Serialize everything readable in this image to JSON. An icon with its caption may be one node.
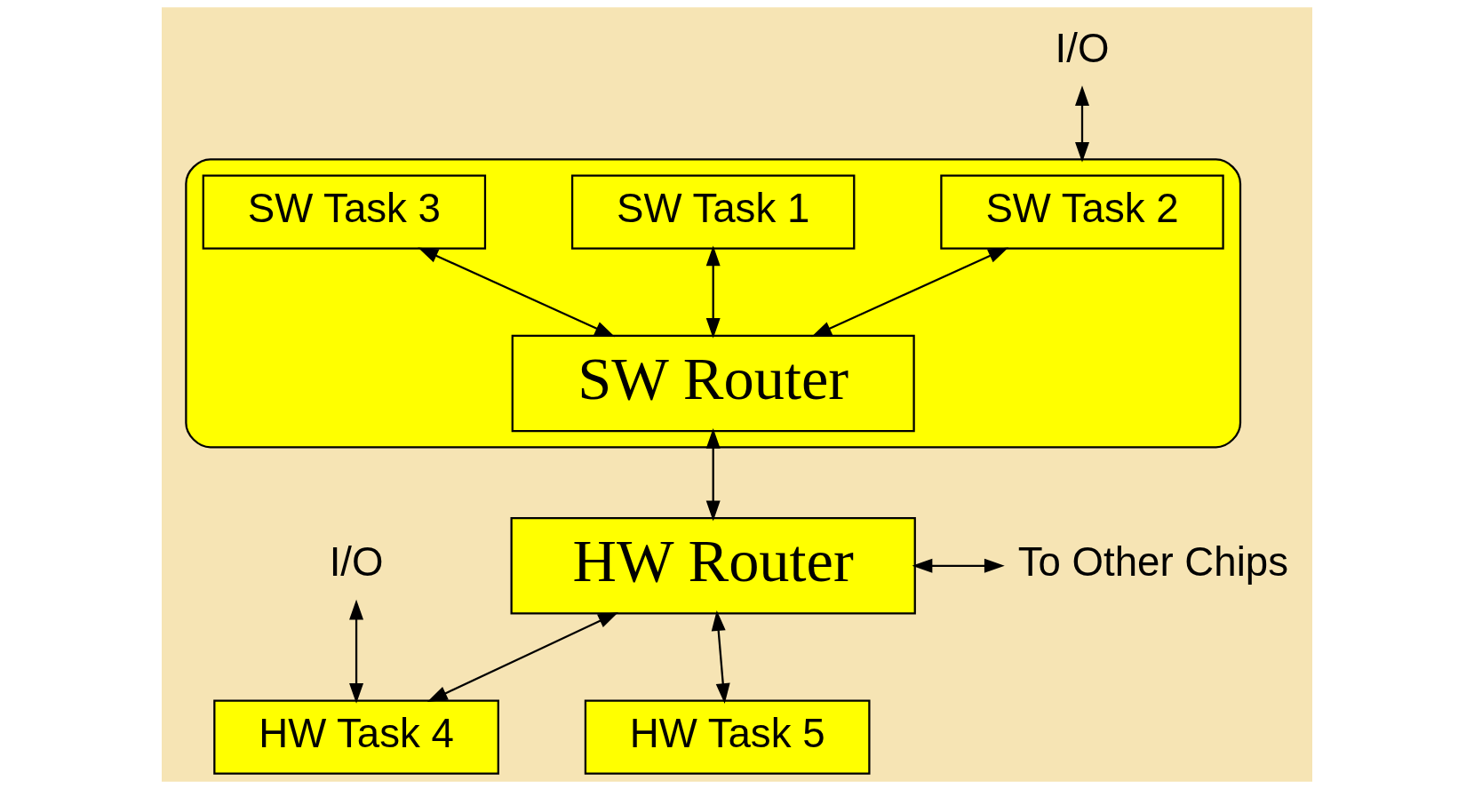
{
  "diagram": {
    "nodes": [
      {
        "text": [],
        "shape": "ellipse"
      },
      {
        "text": [
          "SW Task 2"
        ],
        "in": 0
      },
      {
        "text": [
          "SW Task 1"
        ],
        "in": 0
      },
      {
        "text": [
          "SW Task 3"
        ],
        "in": 0
      },
      {
        "text": [
          "SW Router"
        ],
        "in": 0
      },
      {
        "text": [
          "I/O"
        ]
      },
      {
        "text": [
          "HW Router"
        ]
      },
      {
        "text": [
          "To Other Chips"
        ]
      },
      {
        "text": [
          "I/O"
        ]
      },
      {
        "text": [
          "HW Task 4"
        ]
      },
      {
        "text": [
          "HW Task 5"
        ]
      }
    ],
    "edges": [
      {
        "from": 5,
        "to": 0,
        "arrow": "both"
      },
      {
        "from": 1,
        "to": 4,
        "arrow": "both"
      },
      {
        "from": 2,
        "to": 4,
        "arrow": "both"
      },
      {
        "from": 3,
        "to": 4,
        "arrow": "both"
      },
      {
        "from": 4,
        "to": 6,
        "arrow": "both"
      },
      {
        "from": 6,
        "to": 7,
        "arrow": "both"
      },
      {
        "from": 6,
        "to": 9,
        "arrow": "both"
      },
      {
        "from": 8,
        "to": 9,
        "arrow": "both"
      },
      {
        "from": 6,
        "to": 10,
        "arrow": "both"
      }
    ]
  }
}
